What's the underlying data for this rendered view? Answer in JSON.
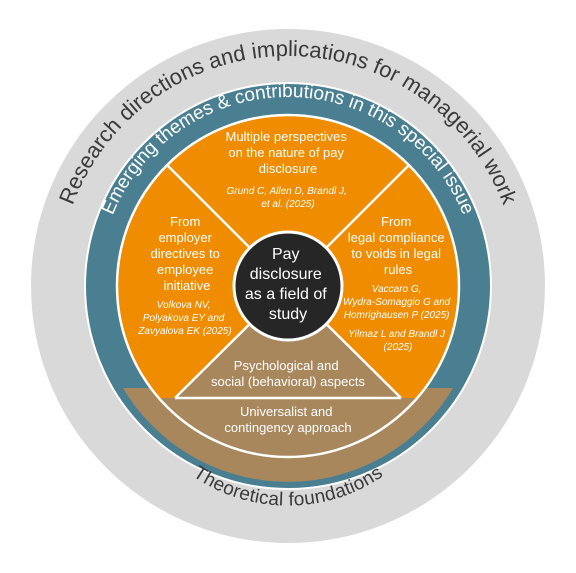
{
  "rings": {
    "outer_label": "Research directions and implications for managerial work",
    "middle_label": "Emerging themes & contributions in this special issue",
    "bottom_label": "Theoretical foundations"
  },
  "center": {
    "lines": [
      "Pay",
      "disclosure",
      "as a field of",
      "study"
    ]
  },
  "segments": {
    "top": {
      "title_lines": [
        "Multiple perspectives",
        "on the nature of pay",
        "disclosure"
      ],
      "ref_lines": [
        "Grund C, Allen D, Brandl J,",
        "et al. (2025)"
      ]
    },
    "left": {
      "title_lines": [
        "From",
        "employer",
        "directives to",
        "employee",
        "initiative"
      ],
      "ref_lines": [
        "Volkova NV,",
        "Polyakova EY and",
        "Zavyalova EK (2025)"
      ]
    },
    "right": {
      "title_lines": [
        "From",
        "legal compliance",
        "to voids in legal",
        "rules"
      ],
      "ref_lines": [
        "Vaccaro G,",
        "Wydra-Somaggio G and",
        "Homrighausen P (2025)",
        "",
        "Yilmaz L and Brandl J",
        "(2025)"
      ]
    },
    "bottom": {
      "title_lines": [
        "Psychological and",
        "social (behavioral) aspects"
      ]
    }
  },
  "foundation_band": {
    "lines": [
      "Universalist and",
      "contingency approach"
    ]
  },
  "colors": {
    "outer_ring": "#d9d9d9",
    "middle_ring": "#4a7f92",
    "orange": "#f08c00",
    "tan": "#a8875d",
    "center": "#262626",
    "text_dark": "#3a3a3a",
    "text_light": "#ffffff"
  }
}
